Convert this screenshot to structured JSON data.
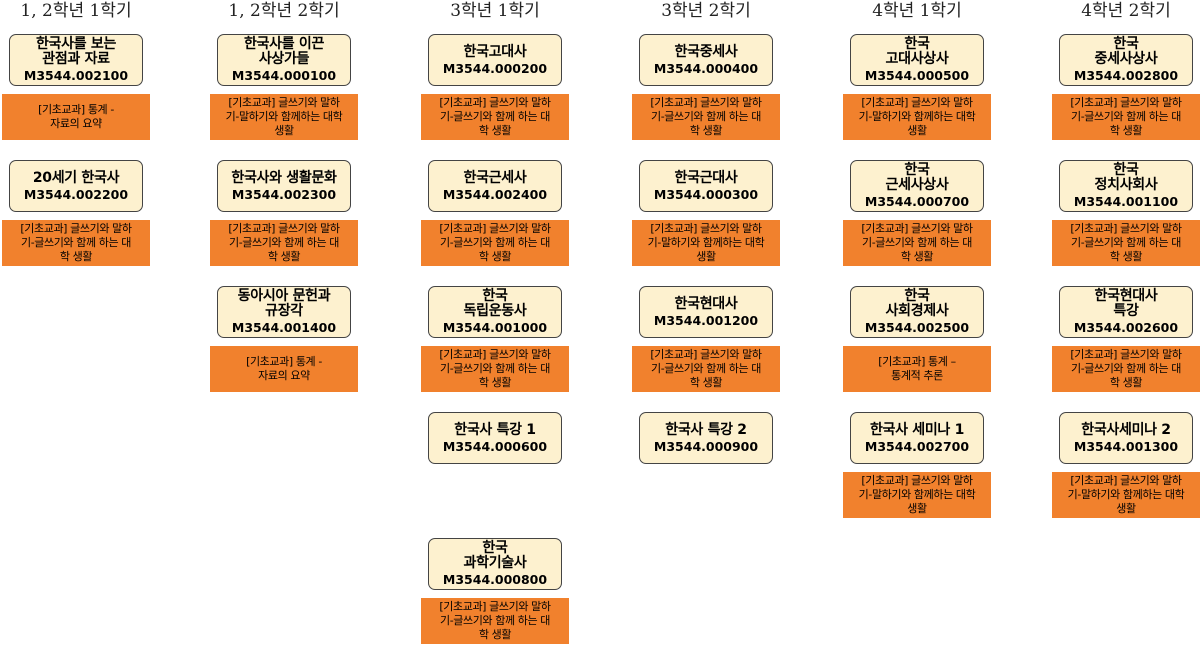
{
  "columns": [
    {
      "header": "1, 2학년 1학기",
      "courses": [
        {
          "name": "한국사를 보는\n관점과 자료",
          "code": "M3544.002100",
          "prereq": "[기초교과] 통계 -\n자료의 요약"
        },
        {
          "name": "20세기 한국사",
          "code": "M3544.002200",
          "prereq": "[기초교과] 글쓰기와 말하\n기-글쓰기와 함께 하는 대\n학 생활"
        }
      ]
    },
    {
      "header": "1, 2학년 2학기",
      "courses": [
        {
          "name": "한국사를 이끈\n사상가들",
          "code": "M3544.000100",
          "prereq": "[기초교과] 글쓰기와 말하\n기-말하기와 함께하는 대학\n생활"
        },
        {
          "name": "한국사와 생활문화",
          "code": "M3544.002300",
          "prereq": "[기초교과] 글쓰기와 말하\n기-글쓰기와 함께 하는 대\n학 생활"
        },
        {
          "name": "동아시아 문헌과\n규장각",
          "code": "M3544.001400",
          "prereq": "[기초교과] 통계 -\n자료의 요약"
        }
      ]
    },
    {
      "header": "3학년 1학기",
      "courses": [
        {
          "name": "한국고대사",
          "code": "M3544.000200",
          "prereq": "[기초교과] 글쓰기와 말하\n기-글쓰기와 함께 하는 대\n학 생활"
        },
        {
          "name": "한국근세사",
          "code": "M3544.002400",
          "prereq": "[기초교과] 글쓰기와 말하\n기-글쓰기와 함께 하는 대\n학 생활"
        },
        {
          "name": "한국\n독립운동사",
          "code": "M3544.001000",
          "prereq": "[기초교과] 글쓰기와 말하\n기-글쓰기와 함께 하는 대\n학 생활"
        },
        {
          "name": "한국사 특강 1",
          "code": "M3544.000600",
          "prereq": ""
        },
        {
          "name": "한국\n과학기술사",
          "code": "M3544.000800",
          "prereq": "[기초교과] 글쓰기와 말하\n기-글쓰기와 함께 하는 대\n학 생활"
        }
      ]
    },
    {
      "header": "3학년 2학기",
      "courses": [
        {
          "name": "한국중세사",
          "code": "M3544.000400",
          "prereq": "[기초교과] 글쓰기와 말하\n기-글쓰기와 함께 하는 대\n학 생활"
        },
        {
          "name": "한국근대사",
          "code": "M3544.000300",
          "prereq": "[기초교과] 글쓰기와 말하\n기-말하기와 함께하는 대학\n생활"
        },
        {
          "name": "한국현대사",
          "code": "M3544.001200",
          "prereq": "[기초교과] 글쓰기와 말하\n기-글쓰기와 함께 하는 대\n학 생활"
        },
        {
          "name": "한국사 특강 2",
          "code": "M3544.000900",
          "prereq": ""
        }
      ]
    },
    {
      "header": "4학년 1학기",
      "courses": [
        {
          "name": "한국\n고대사상사",
          "code": "M3544.000500",
          "prereq": "[기초교과] 글쓰기와 말하\n기-말하기와 함께하는 대학\n생활"
        },
        {
          "name": "한국\n근세사상사",
          "code": "M3544.000700",
          "prereq": "[기초교과] 글쓰기와 말하\n기-글쓰기와 함께 하는 대\n학 생활"
        },
        {
          "name": "한국\n사회경제사",
          "code": "M3544.002500",
          "prereq": "[기초교과] 통계 –\n통계적 추론"
        },
        {
          "name": "한국사 세미나 1",
          "code": "M3544.002700",
          "prereq": "[기초교과] 글쓰기와 말하\n기-말하기와 함께하는 대학\n생활"
        }
      ]
    },
    {
      "header": "4학년 2학기",
      "courses": [
        {
          "name": "한국\n중세사상사",
          "code": "M3544.002800",
          "prereq": "[기초교과] 글쓰기와 말하\n기-글쓰기와 함께 하는 대\n학 생활"
        },
        {
          "name": "한국\n정치사회사",
          "code": "M3544.001100",
          "prereq": "[기초교과] 글쓰기와 말하\n기-글쓰기와 함께 하는 대\n학 생활"
        },
        {
          "name": "한국현대사\n특강",
          "code": "M3544.002600",
          "prereq": "[기초교과] 글쓰기와 말하\n기-글쓰기와 함께 하는 대\n학 생활"
        },
        {
          "name": "한국사세미나 2",
          "code": "M3544.001300",
          "prereq": "[기초교과] 글쓰기와 말하\n기-말하기와 함께하는 대학\n생활"
        }
      ]
    }
  ]
}
